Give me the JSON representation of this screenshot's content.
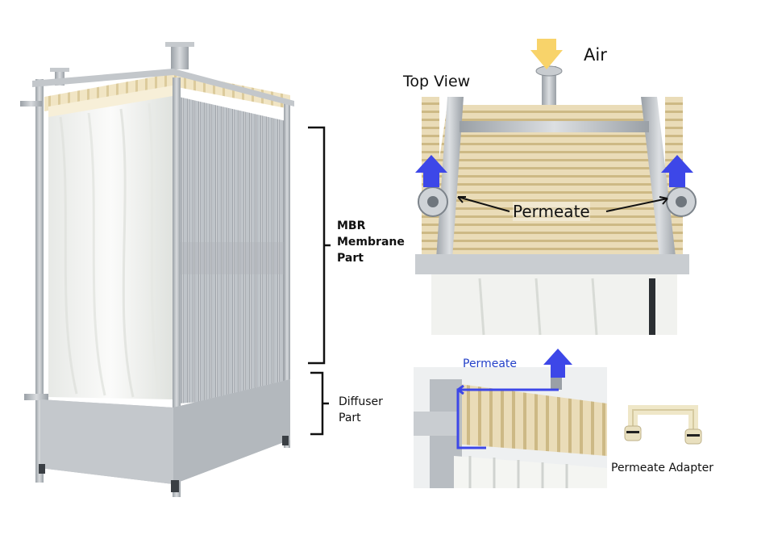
{
  "labels": {
    "air": "Air",
    "top_view": "Top View",
    "permeate_top": "Permeate",
    "mbr_line1": "MBR",
    "mbr_line2": "Membrane",
    "mbr_line3": "Part",
    "diffuser_line1": "Diffuser",
    "diffuser_line2": "Part",
    "permeate_detail": "Permeate",
    "permeate_adapter": "Permeate Adapter"
  },
  "colors": {
    "frame": "#b9bec4",
    "frame_dark": "#8d949b",
    "membrane": "#f3f4f1",
    "membrane_shadow": "#d9dcd8",
    "cartridge": "#eadcb8",
    "cartridge_dark": "#d2bf91",
    "arrow_blue": "#3d47e8",
    "arrow_yellow": "#f8d36a",
    "label_blue": "#2340c8",
    "adapter": "#efe7c8"
  }
}
